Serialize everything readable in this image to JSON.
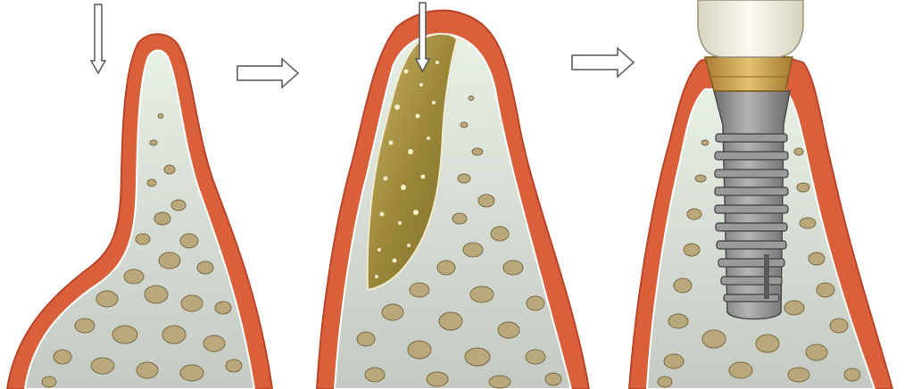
{
  "figure": {
    "stages": [
      {
        "id": "stage-1",
        "marker": "insertion-arrow-icon"
      },
      {
        "id": "stage-2",
        "marker": "insertion-arrow-icon",
        "fill": "graft-material"
      },
      {
        "id": "stage-3",
        "fill": "implant-with-crown"
      }
    ],
    "transitions": [
      "progress-arrow-icon",
      "progress-arrow-icon"
    ],
    "colors": {
      "gingiva": "#d9603a",
      "gingiva_dark": "#b8452a",
      "bone_base": "#c9cfc7",
      "bone_top": "#e8f1e6",
      "bone_particle": "#b8a77a",
      "graft": "#a08a3a",
      "implant": "#8f8f8f",
      "abutment": "#c9a050",
      "crown": "#f3f1e4"
    }
  }
}
